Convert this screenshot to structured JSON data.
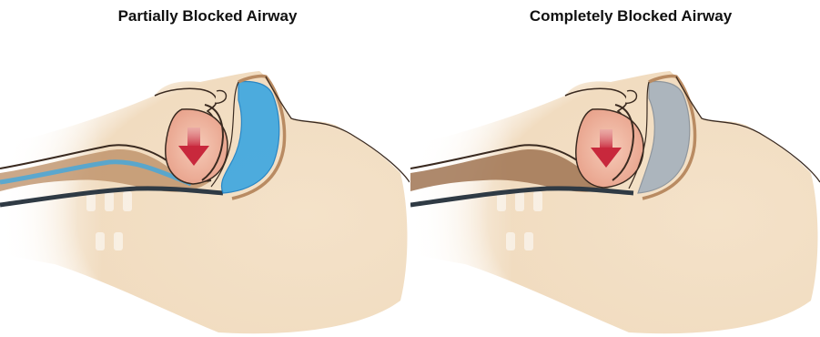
{
  "panels": [
    {
      "title": "Partially Blocked Airway",
      "airway_state": "partially-blocked",
      "airway_color": "#3fa7e0",
      "airway_edge_color": "#1a7fc4"
    },
    {
      "title": "Completely Blocked Airway",
      "airway_state": "completely-blocked",
      "airway_color": "#a9b3bd",
      "airway_edge_color": "#8a939c"
    }
  ],
  "colors": {
    "skin": "#f1dcc0",
    "skin_shadow": "#e4c9a5",
    "outline": "#3a2a20",
    "tissue_brown": "#b98b62",
    "tongue": "#f0b7a0",
    "arrow": "#c8283c",
    "tube": "#2f3a44"
  },
  "icons": {
    "arrow": "down-arrow-icon"
  }
}
